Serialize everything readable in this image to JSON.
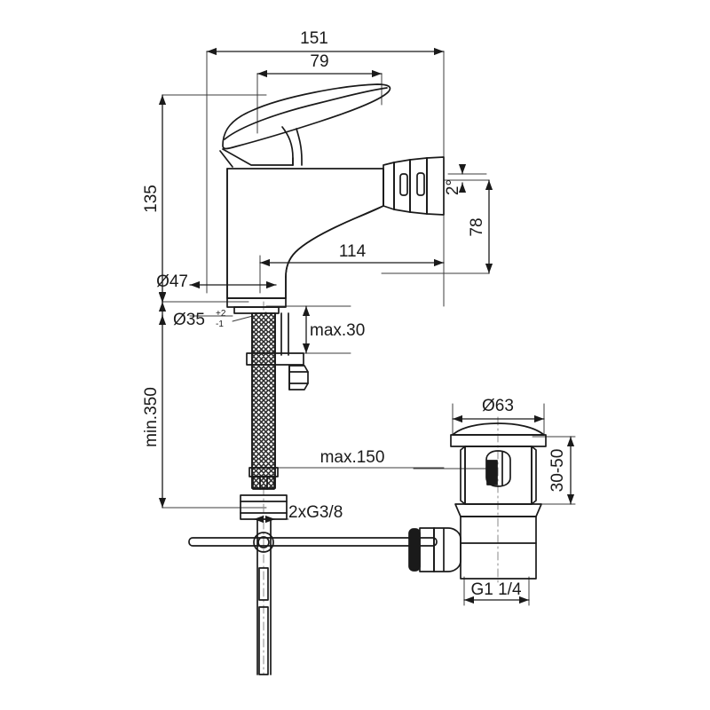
{
  "drawing": {
    "title": "Bidet mixer tap technical dimension drawing",
    "line_color": "#1a1a1a",
    "dim_line_color": "#3c3c3c",
    "background": "#ffffff"
  },
  "dimensions": {
    "overall_length": "151",
    "lever_length": "79",
    "overall_height": "135",
    "spout_projection": "114",
    "spout_height": "78",
    "spout_tilt_angle": "2°",
    "base_diameter": "Ø47",
    "hole_diameter": "Ø35",
    "hole_tolerance_plus": "+2",
    "hole_tolerance_minus": "-1",
    "max_deck_thickness": "max.30",
    "min_hose_length": "min.350",
    "max_rod_length": "max.150",
    "supply_thread": "2xG3/8",
    "waste_flange_diameter": "Ø63",
    "waste_deck_range": "30-50",
    "waste_thread": "G1 1/4"
  },
  "labels": [
    {
      "name": "overall-length",
      "text": "151"
    },
    {
      "name": "lever-length",
      "text": "79"
    },
    {
      "name": "overall-height",
      "text": "135"
    },
    {
      "name": "spout-projection",
      "text": "114"
    },
    {
      "name": "spout-height",
      "text": "78"
    },
    {
      "name": "spout-tilt",
      "text": "2°"
    },
    {
      "name": "base-diameter",
      "text": "Ø47"
    },
    {
      "name": "hole-diameter",
      "text": "Ø35"
    },
    {
      "name": "max-deck-thickness",
      "text": "max.30"
    },
    {
      "name": "min-hose-length",
      "text": "min.350"
    },
    {
      "name": "max-rod-length",
      "text": "max.150"
    },
    {
      "name": "supply-thread",
      "text": "2xG3/8"
    },
    {
      "name": "waste-flange-diameter",
      "text": "Ø63"
    },
    {
      "name": "waste-deck-range",
      "text": "30-50"
    },
    {
      "name": "waste-thread",
      "text": "G1 1/4"
    }
  ]
}
